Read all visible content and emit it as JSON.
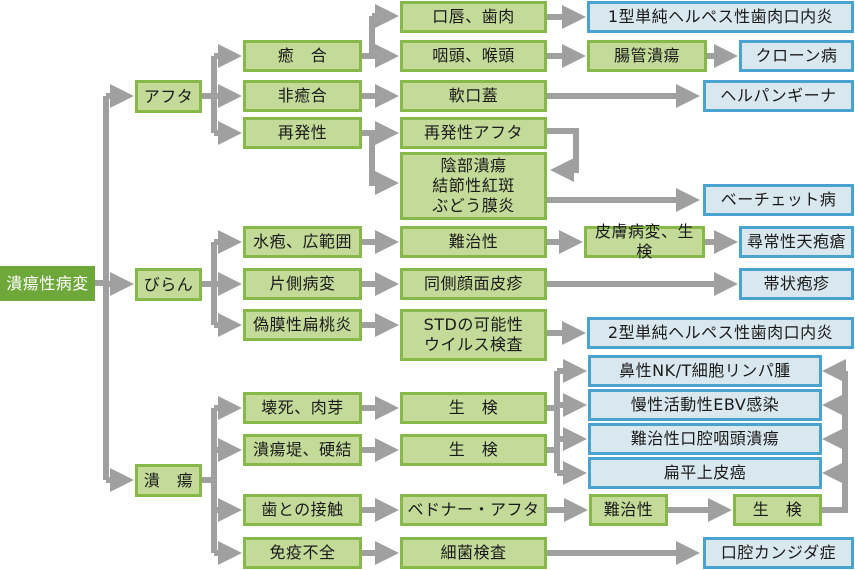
{
  "diagram": {
    "root": {
      "label": "潰瘍性病変"
    },
    "level1": [
      {
        "id": "aphtha",
        "label": "アフタ"
      },
      {
        "id": "erosion",
        "label": "びらん"
      },
      {
        "id": "ulcer",
        "label": "潰　瘍"
      }
    ],
    "nodes": {
      "fusion": "癒　合",
      "nonfusion": "非癒合",
      "recurrent": "再発性",
      "lips_gums": "口唇、歯肉",
      "pharynx_larynx": "咽頭、喉頭",
      "soft_palate": "軟口蓋",
      "recurrent_aphtha": "再発性アフタ",
      "genital_ulcer": "陰部潰瘍\n結節性紅斑\nぶどう膜炎",
      "intestinal_ulcer": "腸管潰瘍",
      "blister": "水疱、広範囲",
      "unilateral": "片側病変",
      "pseudomembranous": "偽膜性扁桃炎",
      "refractory1": "難治性",
      "ipsilateral_rash": "同側顔面皮疹",
      "std": "STDの可能性\nウイルス検査",
      "skin_biopsy": "皮膚病変、生検",
      "necrosis": "壊死、肉芽",
      "ulcer_margin": "潰瘍堤、硬結",
      "tooth_contact": "歯との接触",
      "immunodeficiency": "免疫不全",
      "biopsy1": "生　検",
      "biopsy2": "生　検",
      "bednar": "ベドナー・アフタ",
      "bacterial_test": "細菌検査",
      "refractory2": "難治性",
      "biopsy3": "生　検"
    },
    "diagnoses": {
      "hsv1": "1型単純ヘルペス性歯肉口内炎",
      "crohn": "クローン病",
      "herpangina": "ヘルパンギーナ",
      "behcet": "ベーチェット病",
      "pemphigus": "尋常性天疱瘡",
      "zoster": "帯状疱疹",
      "hsv2": "2型単純ヘルペス性歯肉口内炎",
      "nk_lymphoma": "鼻性NK/T細胞リンパ腫",
      "cebv": "慢性活動性EBV感染",
      "refractory_ulcer": "難治性口腔咽頭潰瘍",
      "scc": "扁平上皮癌",
      "candidiasis": "口腔カンジダ症"
    },
    "colors": {
      "root_fill": "#6ea83a",
      "step_fill": "#c3da98",
      "step_border": "#86b84a",
      "diagnosis_fill": "#d9e7ee",
      "diagnosis_border": "#4aa3cf",
      "arrow": "#a0a0a0"
    }
  }
}
